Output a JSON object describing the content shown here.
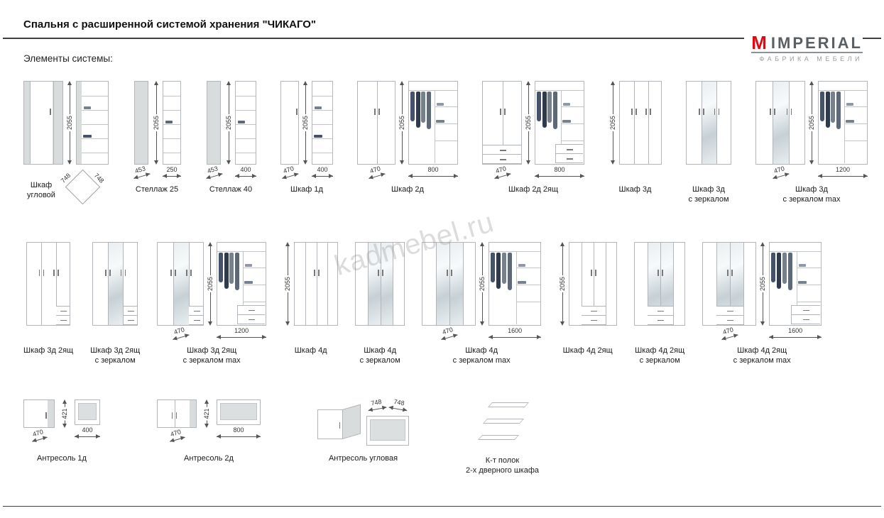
{
  "page": {
    "title": "Спальня с расширенной системой хранения \"ЧИКАГО\"",
    "section_label": "Элементы системы:",
    "watermark": "kadmebel.ru"
  },
  "logo": {
    "mark": "M",
    "brand": "IMPERIAL",
    "tagline": "ФАБРИКА МЕБЕЛИ",
    "accent_color": "#e30613"
  },
  "colors": {
    "accent": "#e30613",
    "stroke": "#b2b6ba",
    "concrete": "#d9dcdd",
    "dim_line": "#555555",
    "mirror_a": "#e9eef0",
    "mirror_b": "#c6d0d5",
    "clothes": [
      "#46516b",
      "#2f3a4d",
      "#76808f",
      "#5d6879",
      "#8d99ab"
    ]
  },
  "rows": [
    {
      "items": [
        {
          "id": "shkaf-uglovoy",
          "kind": "corner",
          "label_lines": [
            "Шкаф",
            "угловой"
          ],
          "dims": {
            "height": "2055",
            "footprint": [
              "748",
              "748"
            ]
          }
        },
        {
          "id": "stellazh-25",
          "kind": "shelving",
          "label_lines": [
            "Стеллаж 25"
          ],
          "dims": {
            "height": "2055",
            "depth": "453",
            "width": "250"
          }
        },
        {
          "id": "stellazh-40",
          "kind": "shelving",
          "label_lines": [
            "Стеллаж 40"
          ],
          "dims": {
            "height": "2055",
            "depth": "453",
            "width": "400"
          }
        },
        {
          "id": "shkaf-1d",
          "kind": "wardrobe",
          "doors": 1,
          "open": "shelves",
          "label_lines": [
            "Шкаф 1д"
          ],
          "dims": {
            "height": "2055",
            "depth": "470",
            "width": "400"
          }
        },
        {
          "id": "shkaf-2d",
          "kind": "wardrobe",
          "doors": 2,
          "open": "clothes",
          "label_lines": [
            "Шкаф 2д"
          ],
          "dims": {
            "height": "2055",
            "depth": "470",
            "width": "800"
          }
        },
        {
          "id": "shkaf-2d-2yashch",
          "kind": "wardrobe",
          "doors": 2,
          "drawers": "full",
          "open": "clothes-drawers",
          "label_lines": [
            "Шкаф 2д 2ящ"
          ],
          "dims": {
            "height": "2055",
            "depth": "470",
            "width": "800"
          }
        },
        {
          "id": "shkaf-3d",
          "kind": "wardrobe",
          "doors": 3,
          "hdim_left": true,
          "label_lines": [
            "Шкаф 3д"
          ],
          "dims": {
            "height": "2055"
          }
        },
        {
          "id": "shkaf-3d-zerkalo",
          "kind": "wardrobe",
          "doors": 3,
          "mirror": "middle",
          "label_lines": [
            "Шкаф 3д",
            "с зеркалом"
          ],
          "dims": {}
        },
        {
          "id": "shkaf-3d-zerkalo-max",
          "kind": "wardrobe",
          "doors": 3,
          "mirror": "middle",
          "open": "clothes",
          "label_lines": [
            "Шкаф 3д",
            "с зеркалом max"
          ],
          "dims": {
            "height": "2055",
            "depth": "470",
            "width": "1200"
          }
        }
      ]
    },
    {
      "items": [
        {
          "id": "shkaf-3d-2yashch",
          "kind": "wardrobe",
          "doors": 3,
          "drawers": "right",
          "label_lines": [
            "Шкаф 3д 2ящ"
          ],
          "dims": {}
        },
        {
          "id": "shkaf-3d-2yashch-zerkalo",
          "kind": "wardrobe",
          "doors": 3,
          "drawers": "right",
          "mirror": "middle",
          "label_lines": [
            "Шкаф 3д 2ящ",
            "с зеркалом"
          ],
          "dims": {}
        },
        {
          "id": "shkaf-3d-2yashch-zerkalo-max",
          "kind": "wardrobe",
          "doors": 3,
          "drawers": "right",
          "mirror": "middle",
          "open": "clothes-drawers",
          "label_lines": [
            "Шкаф 3д 2ящ",
            "с зеркалом max"
          ],
          "dims": {
            "height": "2055",
            "depth": "470",
            "width": "1200"
          }
        },
        {
          "id": "shkaf-4d",
          "kind": "wardrobe",
          "doors": 4,
          "hdim_left": true,
          "label_lines": [
            "Шкаф 4д"
          ],
          "dims": {
            "height": "2055"
          }
        },
        {
          "id": "shkaf-4d-zerkalo",
          "kind": "wardrobe",
          "doors": 4,
          "mirror": "middle2",
          "label_lines": [
            "Шкаф 4д",
            "с зеркалом"
          ],
          "dims": {}
        },
        {
          "id": "shkaf-4d-zerkalo-max",
          "kind": "wardrobe",
          "doors": 4,
          "mirror": "middle2",
          "open": "clothes",
          "label_lines": [
            "Шкаф 4д",
            "с зеркалом max"
          ],
          "dims": {
            "height": "2055",
            "depth": "470",
            "width": "1600"
          }
        },
        {
          "id": "shkaf-4d-2yashch",
          "kind": "wardrobe",
          "doors": 4,
          "drawers": "middle",
          "hdim_left": true,
          "label_lines": [
            "Шкаф 4д 2ящ"
          ],
          "dims": {
            "height": "2055"
          }
        },
        {
          "id": "shkaf-4d-2yashch-zerkalo",
          "kind": "wardrobe",
          "doors": 4,
          "drawers": "middle",
          "mirror": "middle2",
          "label_lines": [
            "Шкаф 4д 2ящ",
            "с зеркалом"
          ],
          "dims": {}
        },
        {
          "id": "shkaf-4d-2yashch-zerkalo-max",
          "kind": "wardrobe",
          "doors": 4,
          "drawers": "middle",
          "mirror": "middle2",
          "open": "clothes-drawers",
          "label_lines": [
            "Шкаф 4д 2ящ",
            "с зеркалом max"
          ],
          "dims": {
            "height": "2055",
            "depth": "470",
            "width": "1600"
          }
        }
      ]
    },
    {
      "items": [
        {
          "id": "antresol-1d",
          "kind": "antresol",
          "doors": 1,
          "label_lines": [
            "Антресоль 1д"
          ],
          "dims": {
            "height": "421",
            "depth": "470",
            "width": "400"
          }
        },
        {
          "id": "antresol-2d",
          "kind": "antresol",
          "doors": 2,
          "label_lines": [
            "Антресоль 2д"
          ],
          "dims": {
            "height": "421",
            "depth": "470",
            "width": "800"
          }
        },
        {
          "id": "antresol-uglovaya",
          "kind": "antresol-corner",
          "label_lines": [
            "Антресоль угловая"
          ],
          "dims": {
            "top": [
              "748",
              "748"
            ]
          }
        },
        {
          "id": "komplekt-polok",
          "kind": "shelf-kit",
          "label_lines": [
            "К-т полок",
            "2-х дверного шкафа"
          ],
          "dims": {}
        }
      ]
    }
  ]
}
